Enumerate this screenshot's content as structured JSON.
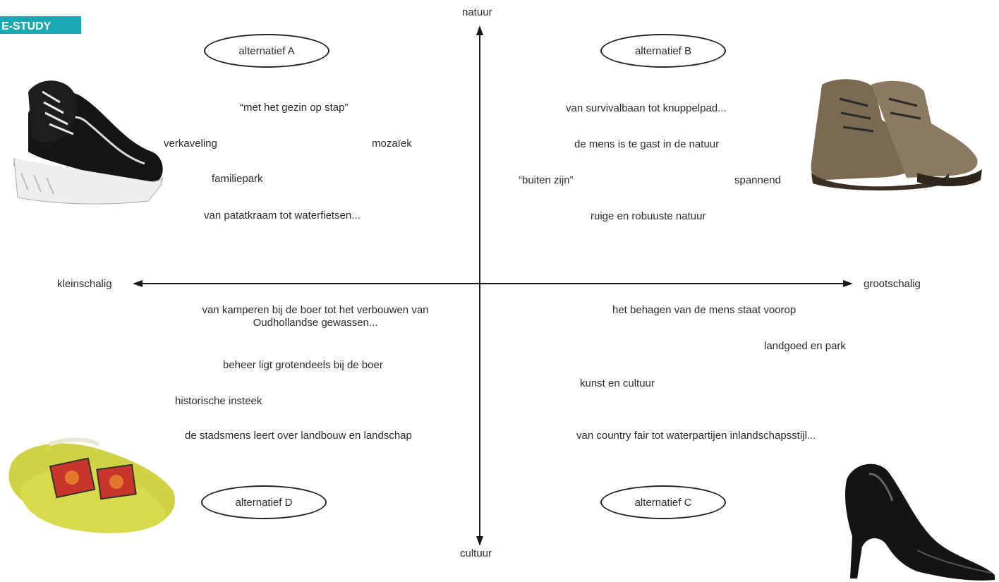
{
  "section_tag": "E-STUDY",
  "axes": {
    "top": "natuur",
    "bottom": "cultuur",
    "left": "kleinschalig",
    "right": "grootschalig"
  },
  "alternatives": {
    "a": "alternatief A",
    "b": "alternatief B",
    "c": "alternatief C",
    "d": "alternatief D"
  },
  "quadrant_a": {
    "quote": "“met het gezin op stap”",
    "verkaveling": "verkaveling",
    "mozaiek": "mozaïek",
    "familiepark": "familiepark",
    "patat": "van patatkraam tot waterfietsen..."
  },
  "quadrant_b": {
    "survival": "van survivalbaan tot knuppelpad...",
    "gast": "de mens is te gast in de natuur",
    "buiten": "“buiten zijn”",
    "spannend": "spannend",
    "ruige": "ruige en robuuste natuur"
  },
  "quadrant_c": {
    "behagen": "het behagen van de mens staat voorop",
    "landgoed": "landgoed en park",
    "kunst": "kunst en cultuur",
    "country": "van country fair tot waterpartijen inlandschapsstijl..."
  },
  "quadrant_d": {
    "kamperen_1": "van kamperen bij de boer tot het verbouwen van",
    "kamperen_2": "Oudhollandse gewassen...",
    "beheer": "beheer ligt grotendeels bij de boer",
    "historisch": "historische insteek",
    "stadsmens": "de stadsmens leert over landbouw en landschap"
  },
  "colors": {
    "tag": "#19a9b3",
    "axis": "#1a1a1a"
  },
  "images": [
    "sneakers",
    "hiking-boots",
    "wooden-clogs",
    "high-heel-pump"
  ]
}
